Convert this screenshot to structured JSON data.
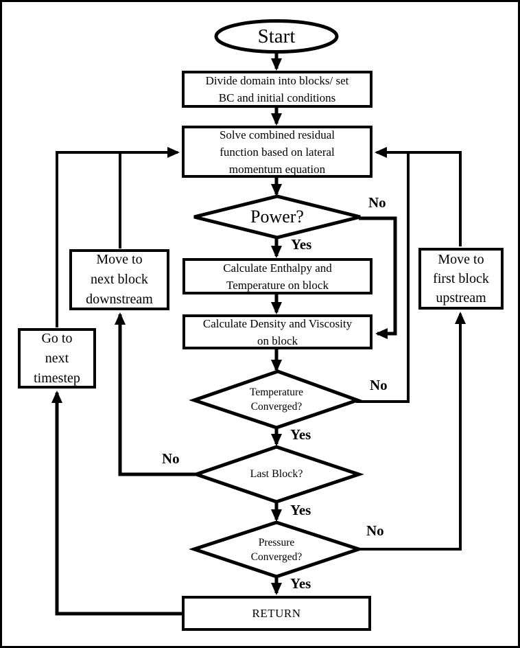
{
  "nodes": {
    "start": {
      "label": "Start"
    },
    "divide": {
      "label": "Divide domain into blocks/ set\nBC and initial conditions"
    },
    "solve": {
      "label": "Solve combined residual\nfunction based on lateral\nmomentum equation"
    },
    "power": {
      "label": "Power?"
    },
    "enthalpy": {
      "label": "Calculate Enthalpy and\nTemperature on block"
    },
    "density": {
      "label": "Calculate Density and Viscosity\non block"
    },
    "temp_converged": {
      "label": "Temperature\nConverged?"
    },
    "last_block": {
      "label": "Last Block?"
    },
    "pressure_converged": {
      "label": "Pressure\nConverged?"
    },
    "return": {
      "label": "RETURN"
    },
    "next_timestep": {
      "label": "Go to\nnext\ntimestep"
    },
    "next_block_downstream": {
      "label": "Move to\nnext block\ndownstream"
    },
    "first_block_upstream": {
      "label": "Move to\nfirst block\nupstream"
    }
  },
  "edge_labels": {
    "power_yes": "Yes",
    "power_no": "No",
    "temp_yes": "Yes",
    "temp_no": "No",
    "last_yes": "Yes",
    "last_no": "No",
    "pressure_yes": "Yes",
    "pressure_no": "No"
  },
  "colors": {
    "line": "#000000",
    "background": "#ffffff"
  }
}
